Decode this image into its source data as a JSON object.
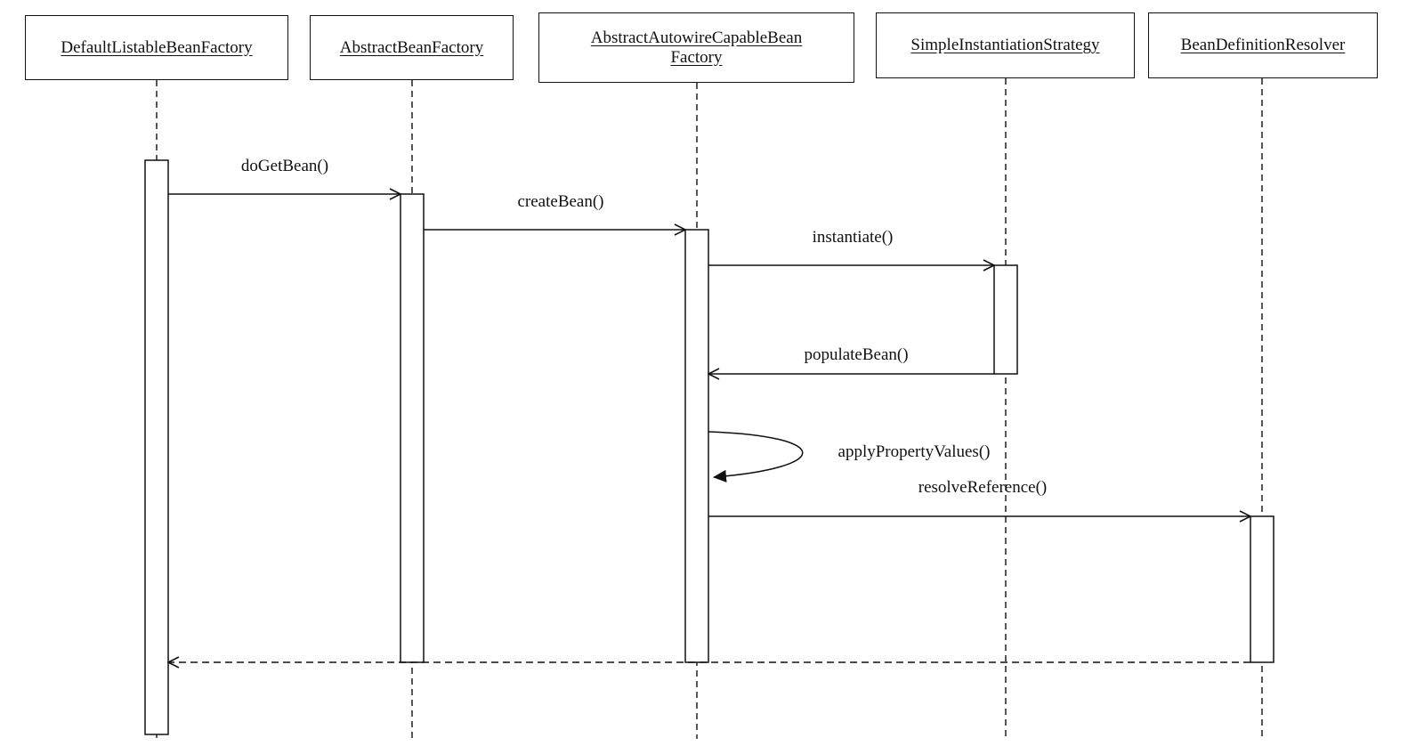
{
  "participants": [
    {
      "id": "p1",
      "name": "DefaultListableBeanFactory"
    },
    {
      "id": "p2",
      "name": "AbstractBeanFactory"
    },
    {
      "id": "p3",
      "name": "AbstractAutowireCapableBean\nFactory"
    },
    {
      "id": "p4",
      "name": "SimpleInstantiationStrategy"
    },
    {
      "id": "p5",
      "name": "BeanDefinitionResolver"
    }
  ],
  "messages": [
    {
      "id": "m1",
      "label": "doGetBean()",
      "from": "p1",
      "to": "p2",
      "kind": "call"
    },
    {
      "id": "m2",
      "label": "createBean()",
      "from": "p2",
      "to": "p3",
      "kind": "call"
    },
    {
      "id": "m3",
      "label": "instantiate()",
      "from": "p3",
      "to": "p4",
      "kind": "call"
    },
    {
      "id": "m4",
      "label": "populateBean()",
      "from": "p4",
      "to": "p3",
      "kind": "call"
    },
    {
      "id": "m5",
      "label": "applyPropertyValues()",
      "from": "p3",
      "to": "p3",
      "kind": "self"
    },
    {
      "id": "m6",
      "label": "resolveReference()",
      "from": "p3",
      "to": "p5",
      "kind": "call"
    },
    {
      "id": "m7",
      "label": "",
      "from": "p5",
      "to": "p1",
      "kind": "return"
    }
  ],
  "colors": {
    "line": "#111111",
    "background": "#ffffff"
  }
}
